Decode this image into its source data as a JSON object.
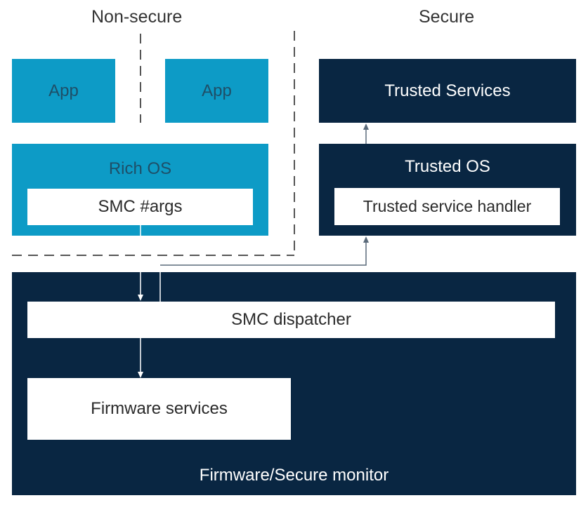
{
  "zones": {
    "non_secure": "Non-secure",
    "secure": "Secure"
  },
  "non_secure": {
    "app_left": "App",
    "app_right": "App",
    "rich_os": "Rich OS",
    "smc_args": "SMC #args"
  },
  "secure": {
    "trusted_services": "Trusted Services",
    "trusted_os": "Trusted OS",
    "trusted_service_handler": "Trusted service handler"
  },
  "monitor": {
    "smc_dispatcher": "SMC dispatcher",
    "firmware_services": "Firmware services",
    "label": "Firmware/Secure monitor"
  },
  "colors": {
    "non_secure_blue": "#0d9bc6",
    "secure_navy": "#092642",
    "white": "#ffffff"
  }
}
